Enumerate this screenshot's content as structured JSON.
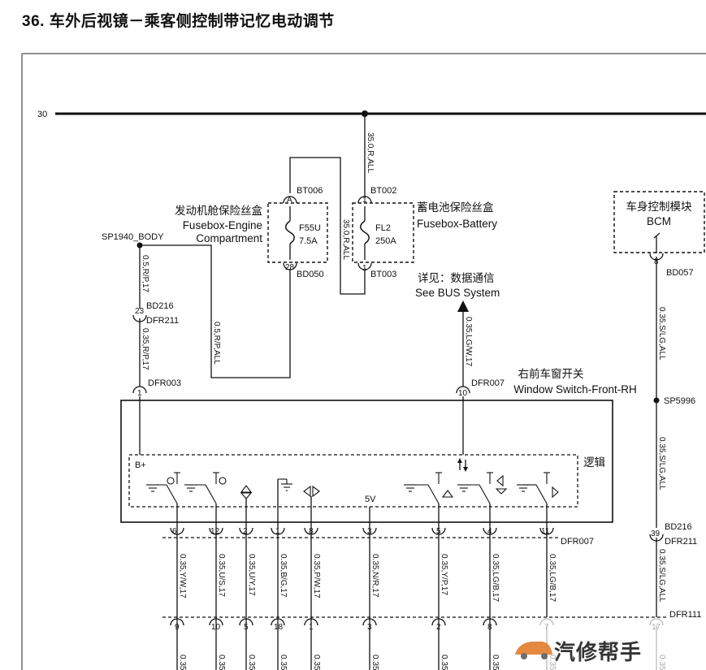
{
  "title": "36. 车外后视镜－乘客侧控制带记忆电动调节",
  "bus": {
    "label": "30"
  },
  "engine_fusebox": {
    "name_cn": "发动机舱保险丝盒",
    "name_en_1": "Fusebox-Engine",
    "name_en_2": "Compartment",
    "fuse_id": "F55U",
    "fuse_rating": "7.5A",
    "pin_in": "A",
    "pin_out": "28",
    "conn_in": "BT006",
    "conn_out": "BD050"
  },
  "battery_fusebox": {
    "name_cn": "蓄电池保险丝盒",
    "name_en": "Fusebox-Battery",
    "fuse_id": "FL2",
    "fuse_rating": "250A",
    "pin_in": "1",
    "pin_out": "1",
    "conn_in": "BT002",
    "conn_out": "BT003"
  },
  "bcm": {
    "name_cn": "车身控制模块",
    "name_en": "BCM",
    "pin": "8",
    "conn": "BD057"
  },
  "bus_ref": {
    "cn": "详见：数据通信",
    "en": "See BUS System"
  },
  "splices": {
    "sp1940": "SP1940_BODY",
    "sp5996": "SP5996"
  },
  "window_switch": {
    "name_cn": "右前车窗开关",
    "name_en": "Window Switch-Front-RH",
    "logic_label": "逻辑",
    "bplus": "B+",
    "v5": "5V",
    "conn": "DFR007",
    "pin_top_left": "1",
    "pin_top_right": "10"
  },
  "wire_labels": {
    "bus_drop": "35.0,R,ALL",
    "fl2_return": "35.0,R,ALL",
    "sp_down_1": "0.5,R/P,17",
    "sp_down_2": "0.35,R/P,17",
    "f55_out": "0.5,R/P,ALL",
    "bus_lgw": "0.35,LG/W,17",
    "bcm_down": "0.35,S/LG,ALL",
    "sp5996_down": "0.35,S/LG,ALL",
    "right_lower": "0.35,S/LG,ALL"
  },
  "inline_connectors": {
    "left_23": {
      "pin": "23",
      "top": "BD216",
      "bottom": "DFR211"
    },
    "left_dfr003": {
      "pin": "1",
      "label": "DFR003"
    },
    "right_39": {
      "pin": "39",
      "top": "BD216",
      "bottom": "DFR211"
    }
  },
  "bottom_pins": {
    "upper": [
      "6",
      "12",
      "2",
      "1",
      "8",
      "3",
      "5",
      "4",
      "11"
    ],
    "lower": [
      "9",
      "10",
      "5",
      "18",
      "1",
      "3",
      "2",
      "8",
      "7",
      "17"
    ],
    "wires": [
      "0.35,Y/W,17",
      "0.35,U/S,17",
      "0.35,U/Y,17",
      "0.35,B/G,17",
      "0.35,P/W,17",
      "0.35,N/R,17",
      "0.35,Y/P,17",
      "0.35,LG/B,17",
      "0.35,LG/B,17"
    ],
    "upper_conn": "DFR007",
    "lower_conn": "DFR111",
    "cut_label": "0.35"
  },
  "watermark": "汽修帮手"
}
